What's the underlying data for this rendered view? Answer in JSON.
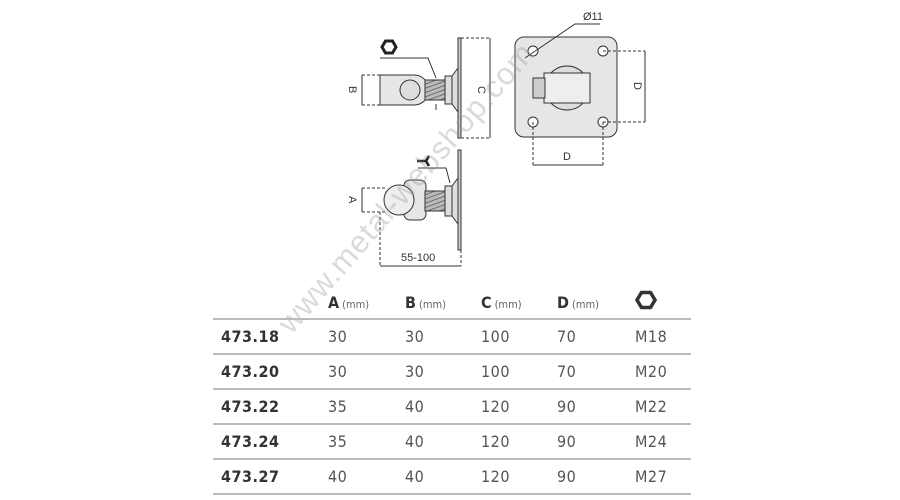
{
  "drawing": {
    "hole_label": "Ø11",
    "dim_b": "B",
    "dim_c": "C",
    "dim_a": "A",
    "dim_d_vertical": "D",
    "dim_d_horizontal": "D",
    "range_label": "55-100",
    "watermark": "www.metal-webshop.com"
  },
  "table": {
    "headers": [
      {
        "letter": "",
        "unit": ""
      },
      {
        "letter": "A",
        "unit": "(mm)"
      },
      {
        "letter": "B",
        "unit": "(mm)"
      },
      {
        "letter": "C",
        "unit": "(mm)"
      },
      {
        "letter": "D",
        "unit": "(mm)"
      },
      {
        "icon": "hex-nut-icon"
      }
    ],
    "rows": [
      {
        "code": "473.18",
        "a": "30",
        "b": "30",
        "c": "100",
        "d": "70",
        "thread": "M18"
      },
      {
        "code": "473.20",
        "a": "30",
        "b": "30",
        "c": "100",
        "d": "70",
        "thread": "M20"
      },
      {
        "code": "473.22",
        "a": "35",
        "b": "40",
        "c": "120",
        "d": "90",
        "thread": "M22"
      },
      {
        "code": "473.24",
        "a": "35",
        "b": "40",
        "c": "120",
        "d": "90",
        "thread": "M24"
      },
      {
        "code": "473.27",
        "a": "40",
        "b": "40",
        "c": "120",
        "d": "90",
        "thread": "M27"
      }
    ]
  }
}
